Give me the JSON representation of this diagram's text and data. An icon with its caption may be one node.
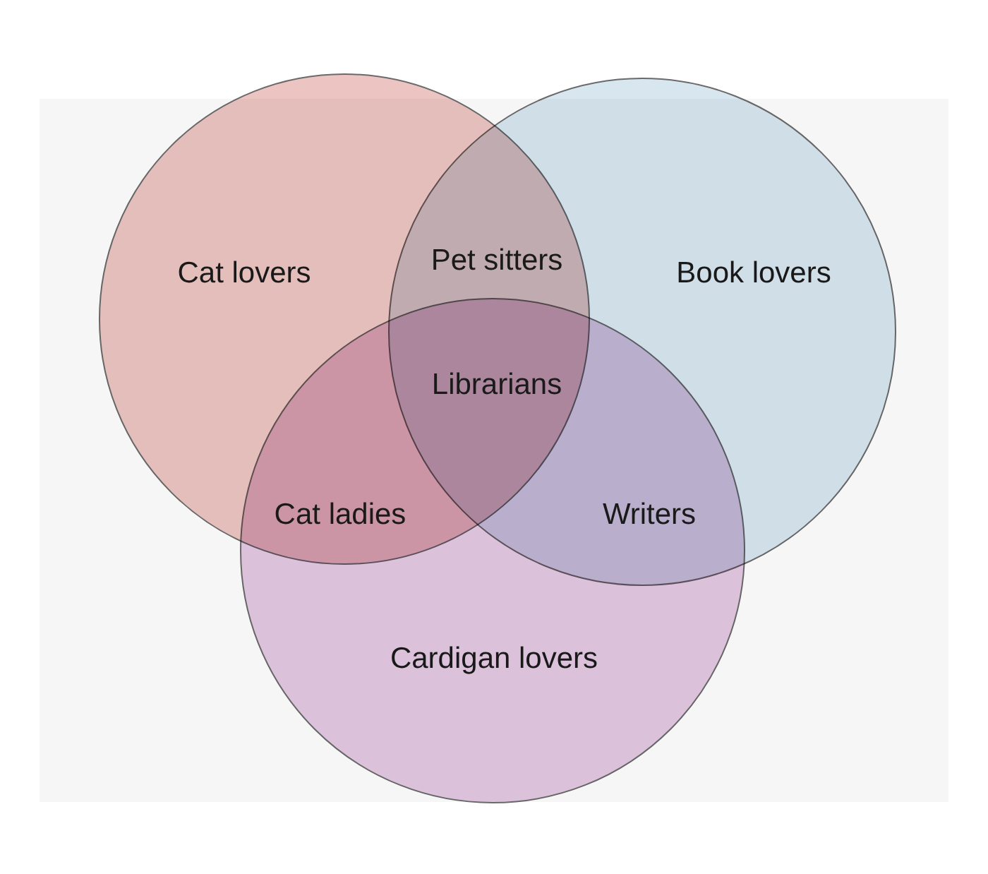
{
  "diagram": {
    "nodes": [
      {
        "text": [
          "Cat lovers"
        ]
      },
      {
        "text": [
          "Book lovers"
        ]
      },
      {
        "text": [
          "Cardigan lovers"
        ]
      }
    ],
    "labels": [
      "Pet sitters",
      "Librarians",
      "Cat ladies",
      "Writers"
    ]
  }
}
